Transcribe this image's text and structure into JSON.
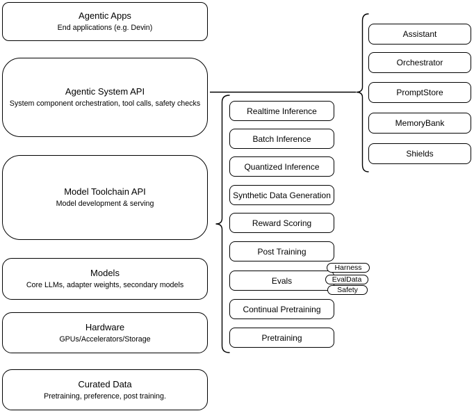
{
  "stack": [
    {
      "title": "Agentic Apps",
      "subtitle": "End applications (e.g. Devin)"
    },
    {
      "title": "Agentic System API",
      "subtitle": "System component orchestration, tool calls, safety checks"
    },
    {
      "title": "Model Toolchain API",
      "subtitle": "Model development & serving"
    },
    {
      "title": "Models",
      "subtitle": "Core LLMs, adapter weights, secondary models"
    },
    {
      "title": "Hardware",
      "subtitle": "GPUs/Accelerators/Storage"
    },
    {
      "title": "Curated Data",
      "subtitle": "Pretraining, preference, post training."
    }
  ],
  "toolchain": {
    "items": [
      "Realtime Inference",
      "Batch Inference",
      "Quantized Inference",
      "Synthetic Data Generation",
      "Reward Scoring",
      "Post Training",
      "Evals",
      "Continual Pretraining",
      "Pretraining"
    ]
  },
  "evals_tags": [
    "Harness",
    "EvalData",
    "Safety"
  ],
  "components": {
    "items": [
      "Assistant",
      "Orchestrator",
      "PromptStore",
      "MemoryBank",
      "Shields"
    ]
  },
  "colors": {
    "stroke": "#000000",
    "fill": "#ffffff",
    "text": "#000000"
  }
}
